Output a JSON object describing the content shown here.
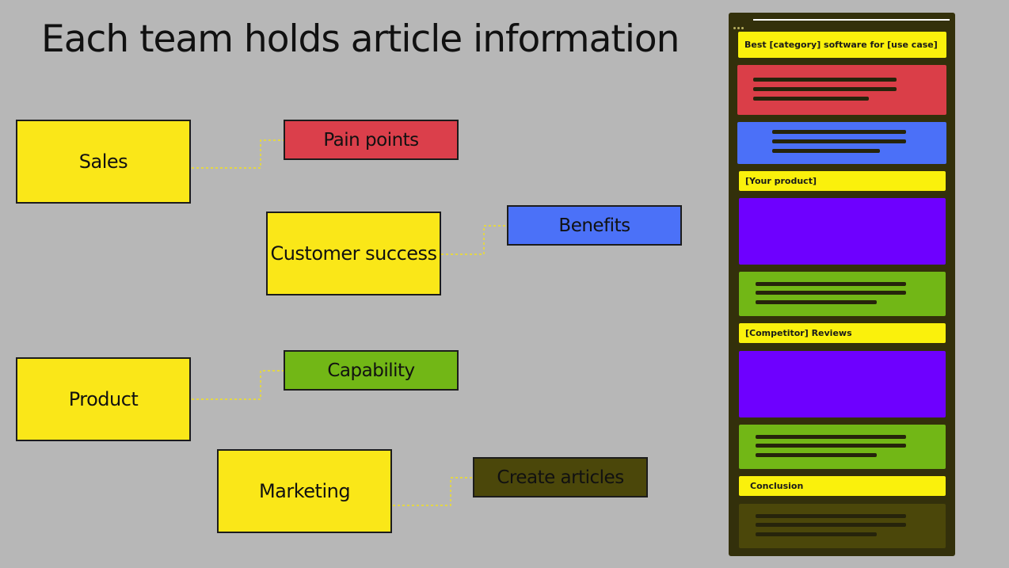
{
  "title": "Each team holds article information",
  "teams": [
    {
      "label": "Sales"
    },
    {
      "label": "Customer success"
    },
    {
      "label": "Product"
    },
    {
      "label": "Marketing"
    }
  ],
  "info": [
    {
      "label": "Pain points",
      "color": "#db3f4b"
    },
    {
      "label": "Benefits",
      "color": "#4b71f8"
    },
    {
      "label": "Capability",
      "color": "#72b716"
    },
    {
      "label": "Create articles",
      "color": "#4b470a"
    }
  ],
  "article": {
    "headline": "Best [category] software for [use case]",
    "product_heading": "[Your product]",
    "reviews_heading": "[Competitor] Reviews",
    "conclusion_heading": "Conclusion"
  },
  "colors": {
    "background": "#b7b7b7",
    "team": "#fae718",
    "connector": "#f2e020",
    "panel": "#33300b",
    "heading": "#faf10c",
    "purple": "#6e00ff"
  }
}
